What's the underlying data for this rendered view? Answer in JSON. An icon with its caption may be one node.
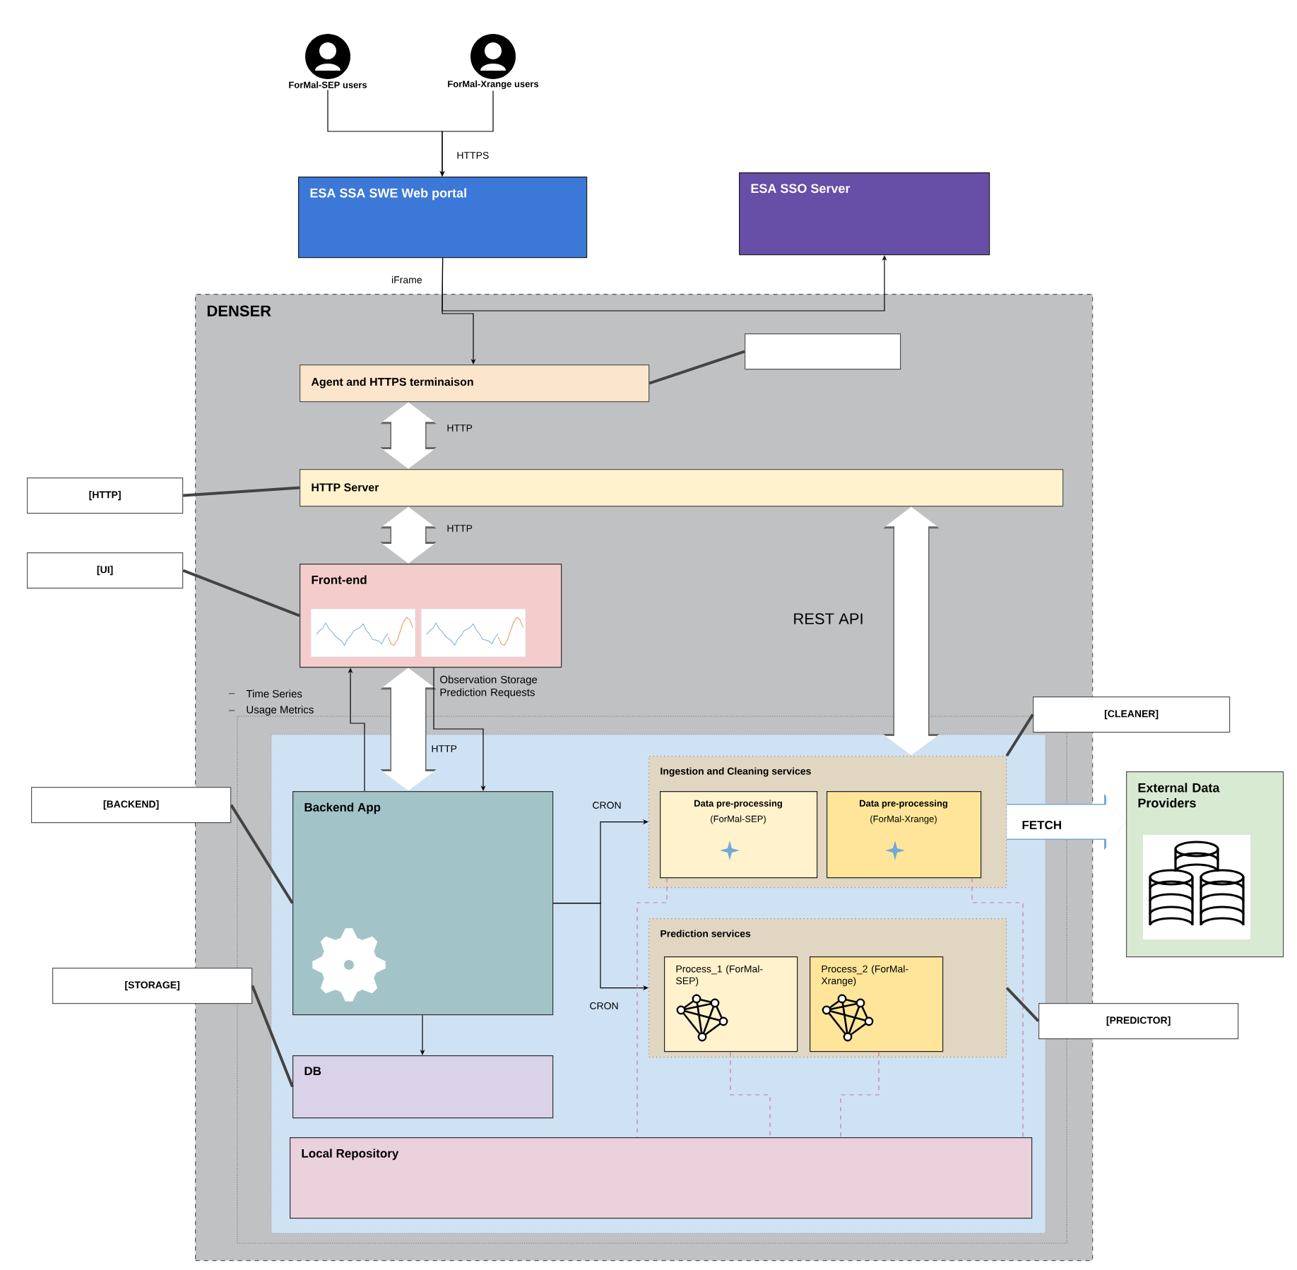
{
  "diagram": {
    "nodes": [
      {
        "text": [
          "ForMal-SEP users"
        ]
      },
      {
        "text": [
          "ForMal-Xrange users"
        ]
      },
      {
        "text": [
          "ESA SSA SWE Web portal"
        ]
      },
      {
        "text": [
          "ESA SSO Server"
        ]
      },
      {
        "text": [
          "DENSER"
        ]
      },
      {
        "text": [
          "Agent and HTTPS terminaison"
        ],
        "in": 4
      },
      {
        "text": [],
        "shape": "box",
        "in": 4
      },
      {
        "text": [
          "[HTTP]"
        ]
      },
      {
        "text": [
          "HTTP Server"
        ],
        "in": 4
      },
      {
        "text": [
          "[UI]"
        ]
      },
      {
        "text": [
          "Front-end"
        ],
        "in": 4
      },
      {
        "text": [
          "[CLEANER]"
        ]
      },
      {
        "text": [
          "[BACKEND]"
        ]
      },
      {
        "text": [
          "Backend App"
        ],
        "in": 4
      },
      {
        "text": [
          "Ingestion and Cleaning services"
        ],
        "in": 4
      },
      {
        "text": [
          "Data pre-processing",
          "(ForMal-SEP)"
        ],
        "in": 14
      },
      {
        "text": [
          "Data pre-processing",
          "(ForMal-Xrange)"
        ],
        "in": 14
      },
      {
        "text": [
          "External Data Providers"
        ]
      },
      {
        "text": [
          "[STORAGE]"
        ]
      },
      {
        "text": [
          "Prediction services"
        ],
        "in": 4
      },
      {
        "text": [
          "Process_1 (ForMal-SEP)"
        ],
        "in": 19
      },
      {
        "text": [
          "Process_2 (ForMal-Xrange)"
        ],
        "in": 19
      },
      {
        "text": [
          "[PREDICTOR]"
        ]
      },
      {
        "text": [
          "DB"
        ],
        "in": 4
      },
      {
        "text": [
          "Local Repository"
        ],
        "in": 4
      }
    ],
    "edges": [
      {
        "from": 0,
        "to": 2,
        "arrow": "to",
        "label": "HTTPS"
      },
      {
        "from": 1,
        "to": 2,
        "arrow": "to"
      },
      {
        "from": 2,
        "to": 5,
        "arrow": "to",
        "label": "iFrame"
      },
      {
        "from": 2,
        "to": 3,
        "arrow": "to"
      },
      {
        "from": 5,
        "to": 8,
        "arrow": "both",
        "style": "thick",
        "color": "#ffffff",
        "label": "HTTP"
      },
      {
        "from": 8,
        "to": 10,
        "arrow": "both",
        "style": "thick",
        "color": "#ffffff",
        "label": "HTTP"
      },
      {
        "from": 8,
        "to": 14,
        "arrow": "both",
        "style": "thick",
        "color": "#ffffff",
        "label": "REST API"
      },
      {
        "from": 10,
        "to": 13,
        "arrow": "both",
        "style": "thick",
        "color": "#ffffff",
        "label": "HTTP"
      },
      {
        "from": 13,
        "to": 10,
        "arrow": "to"
      },
      {
        "from": 10,
        "to": 13,
        "arrow": "to",
        "label": "Observation Storage Prediction Requests"
      },
      {
        "from": 13,
        "to": 23,
        "arrow": "to"
      },
      {
        "from": 13,
        "to": 14,
        "arrow": "to",
        "label": "CRON"
      },
      {
        "from": 13,
        "to": 19,
        "arrow": "to",
        "label": "CRON"
      },
      {
        "from": 14,
        "to": 17,
        "arrow": "to",
        "style": "thick",
        "color": "#ffffff",
        "label": "FETCH"
      },
      {
        "from": 15,
        "to": 24,
        "arrow": "none",
        "style": "dashed",
        "color": "#c27ba0"
      },
      {
        "from": 16,
        "to": 24,
        "arrow": "none",
        "style": "dashed",
        "color": "#c27ba0"
      },
      {
        "from": 20,
        "to": 24,
        "arrow": "none",
        "style": "dashed",
        "color": "#c27ba0"
      },
      {
        "from": 21,
        "to": 24,
        "arrow": "none",
        "style": "dashed",
        "color": "#c27ba0"
      },
      {
        "from": 6,
        "to": 5,
        "arrow": "none",
        "color": "#434343"
      },
      {
        "from": 7,
        "to": 8,
        "arrow": "none",
        "color": "#434343"
      },
      {
        "from": 9,
        "to": 10,
        "arrow": "none",
        "color": "#434343"
      },
      {
        "from": 12,
        "to": 13,
        "arrow": "none",
        "color": "#434343"
      },
      {
        "from": 18,
        "to": 23,
        "arrow": "none",
        "color": "#434343"
      },
      {
        "from": 11,
        "to": 14,
        "arrow": "none",
        "color": "#434343"
      },
      {
        "from": 22,
        "to": 19,
        "arrow": "none",
        "color": "#434343"
      }
    ],
    "labels": [
      "Time Series",
      "Usage Metrics"
    ]
  }
}
